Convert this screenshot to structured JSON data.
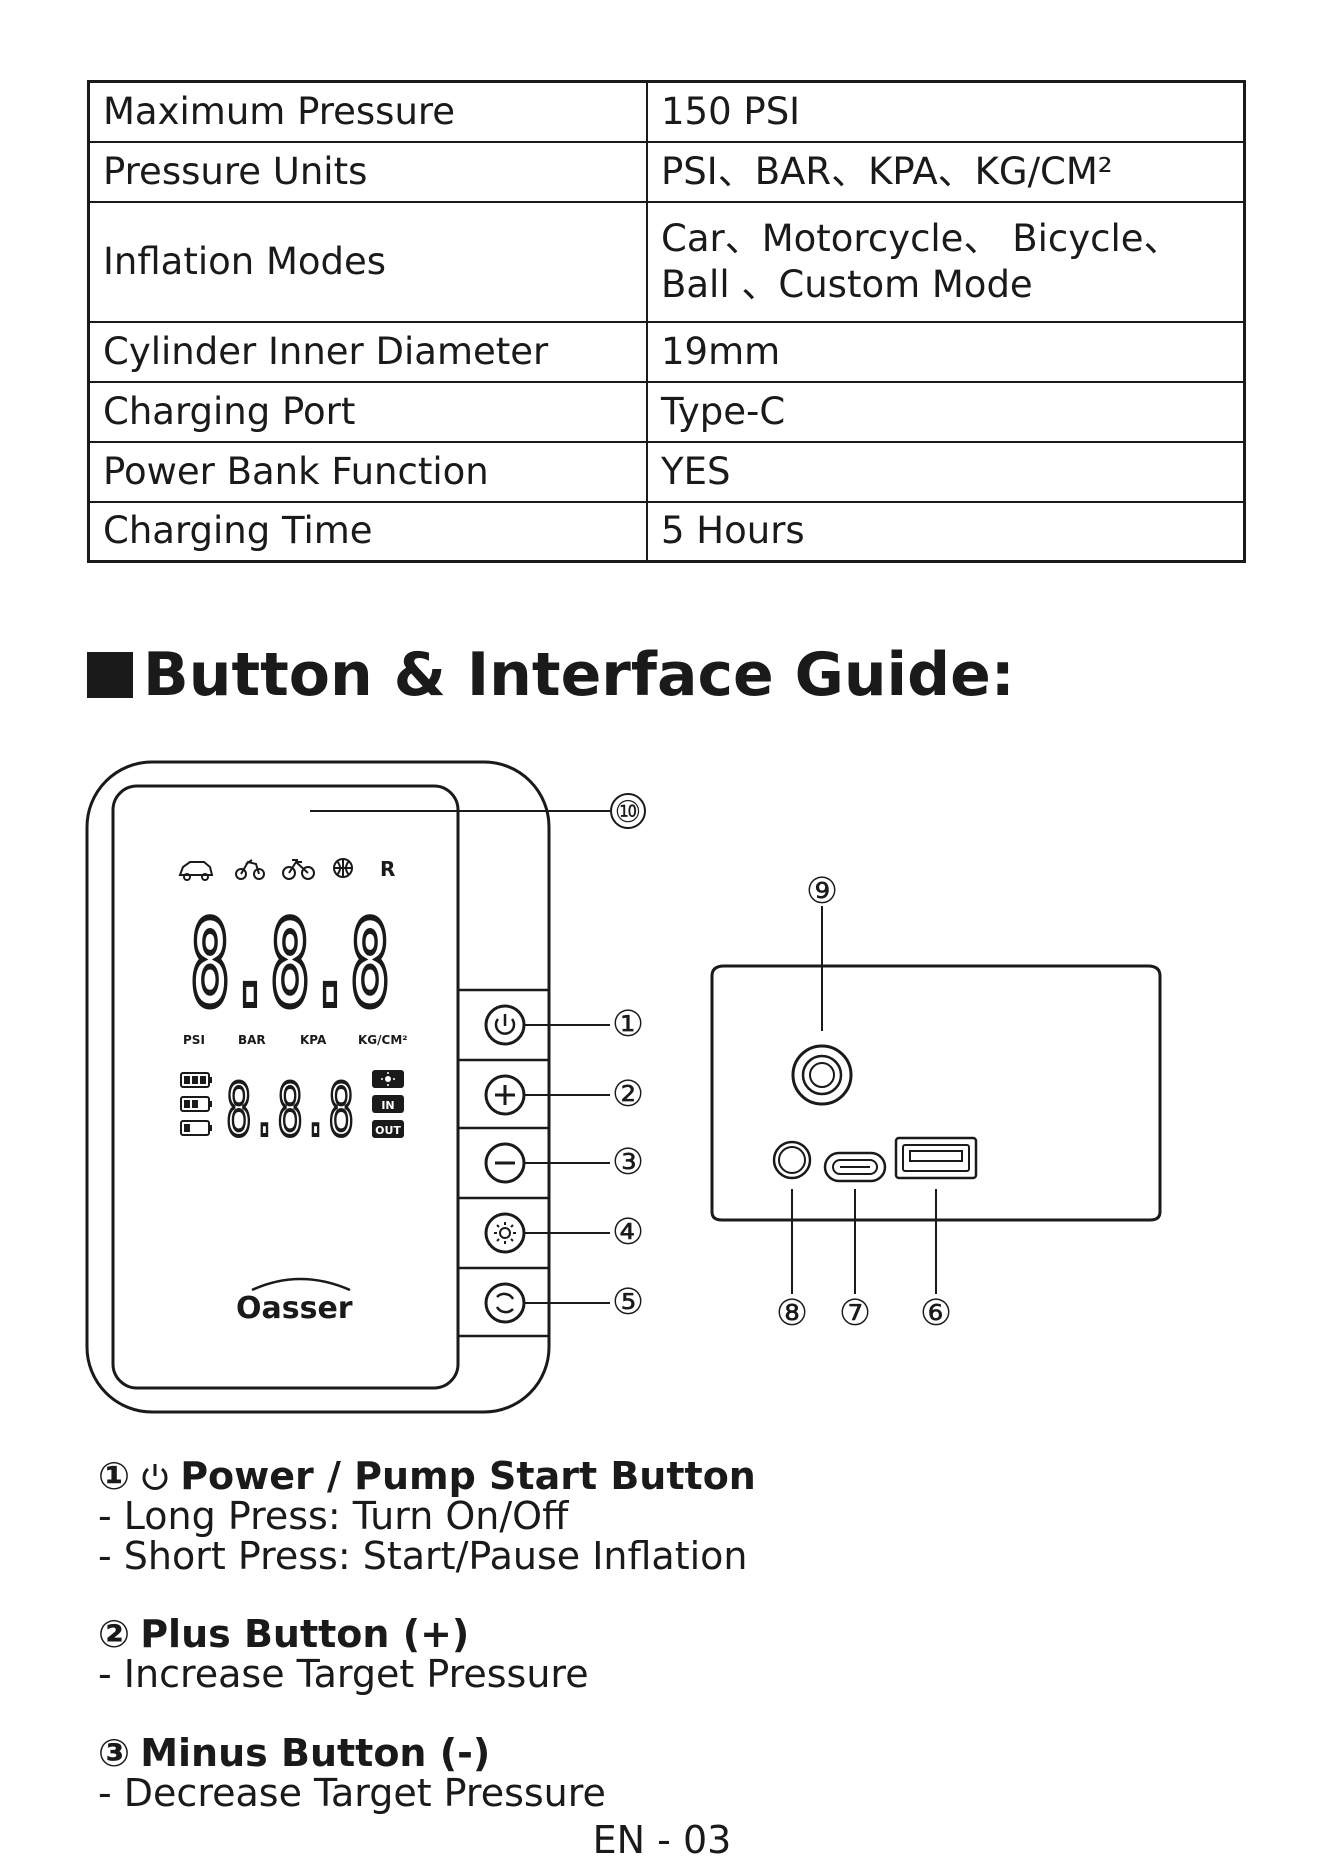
{
  "specs": [
    {
      "label": "Maximum Pressure",
      "value": "150 PSI"
    },
    {
      "label": "Pressure Units",
      "value": "PSI、BAR、KPA、KG/CM²"
    },
    {
      "label": "Inflation Modes",
      "value": "Car、Motorcycle、 Bicycle、",
      "value2": "Ball 、Custom Mode"
    },
    {
      "label": "Cylinder Inner Diameter",
      "value": "19mm"
    },
    {
      "label": "Charging Port",
      "value": "Type-C"
    },
    {
      "label": "Power Bank Function",
      "value": "YES"
    },
    {
      "label": "Charging Time",
      "value": "5 Hours"
    }
  ],
  "section_title": "Button & Interface Guide:",
  "diagram": {
    "mode_letter": "R",
    "main_digits": "8.8.8",
    "sub_digits": "8.8.8",
    "units": [
      "PSI",
      "BAR",
      "KPA",
      "KG/CM²"
    ],
    "tags": [
      "IN",
      "OUT"
    ],
    "brand": "Oasser",
    "callouts": [
      "①",
      "②",
      "③",
      "④",
      "⑤",
      "⑥",
      "⑦",
      "⑧",
      "⑨",
      "⑩"
    ]
  },
  "descriptions": [
    {
      "num": "①",
      "title": "Power / Pump Start Button",
      "lines": [
        "- Long Press: Turn On/Off",
        "- Short Press: Start/Pause Inflation"
      ]
    },
    {
      "num": "②",
      "title": "Plus Button (+)",
      "lines": [
        "- Increase Target Pressure"
      ]
    },
    {
      "num": "③",
      "title": "Minus Button (-)",
      "lines": [
        "- Decrease Target Pressure"
      ]
    }
  ],
  "page_number": "EN - 03"
}
